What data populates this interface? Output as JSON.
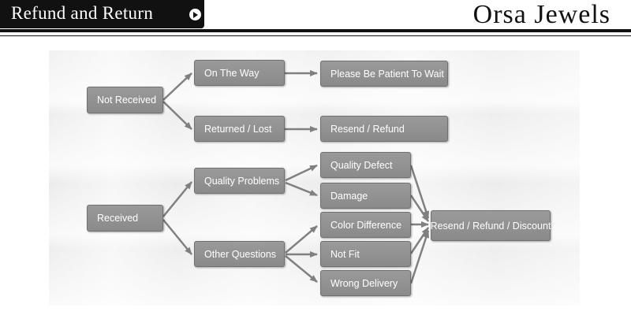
{
  "header": {
    "title": "Refund and Return",
    "brand": "Orsa Jewels"
  },
  "diagram": {
    "not_received": "Not Received",
    "on_the_way": "On The Way",
    "please_wait": "Please Be Patient To Wait",
    "returned_lost": "Returned / Lost",
    "resend_refund": "Resend / Refund",
    "received": "Received",
    "quality_problems": "Quality Problems",
    "other_questions": "Other Questions",
    "quality_defect": "Quality Defect",
    "damage": "Damage",
    "color_difference": "Color Difference",
    "not_fit": "Not Fit",
    "wrong_delivery": "Wrong Delivery",
    "resend_refund_discount": "Resend / Refund / Discount"
  },
  "colors": {
    "node_fill": "#8f8f8f",
    "connector": "#808080",
    "header_bg": "#111111"
  }
}
